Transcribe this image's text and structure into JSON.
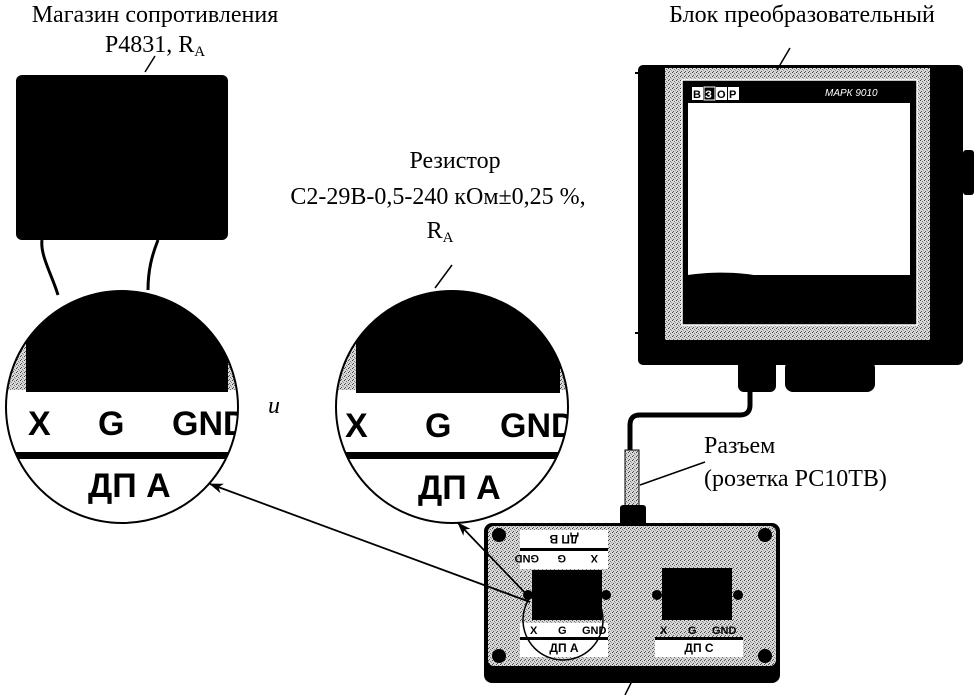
{
  "labels": {
    "resistance_box_title": "Магазин сопротивления",
    "resistance_box_model": "Р4831, R",
    "resistance_box_sub": "A",
    "resistor_title": "Резистор",
    "resistor_spec": "С2-29В-0,5-240 кОм±0,25 %,",
    "resistor_r": "R",
    "resistor_sub": "A",
    "converter_title": "Блок преобразовательный",
    "connector_title": "Разъем",
    "connector_spec": "(розетка РС10ТВ)",
    "conjunction": "и"
  },
  "zoom_circle_left": {
    "terminals": [
      "X",
      "G",
      "GND"
    ],
    "channel": "ДП А"
  },
  "zoom_circle_right": {
    "terminals": [
      "X",
      "G",
      "GND"
    ],
    "channel": "ДП А"
  },
  "converter_unit": {
    "brand": [
      "В",
      "З",
      "О",
      "Р"
    ],
    "model": "МАРК 9010"
  },
  "terminal_board": {
    "top_channel": "ДП В",
    "top_terminals": [
      "GND",
      "G",
      "X"
    ],
    "left_terminals": [
      "X",
      "G",
      "GND"
    ],
    "left_channel": "ДП А",
    "right_terminals": [
      "X",
      "G",
      "GND"
    ],
    "right_channel": "ДП С"
  },
  "colors": {
    "ink": "#000000",
    "paper": "#ffffff",
    "metal": "#b8b8b8",
    "screen": "#ffffff"
  }
}
